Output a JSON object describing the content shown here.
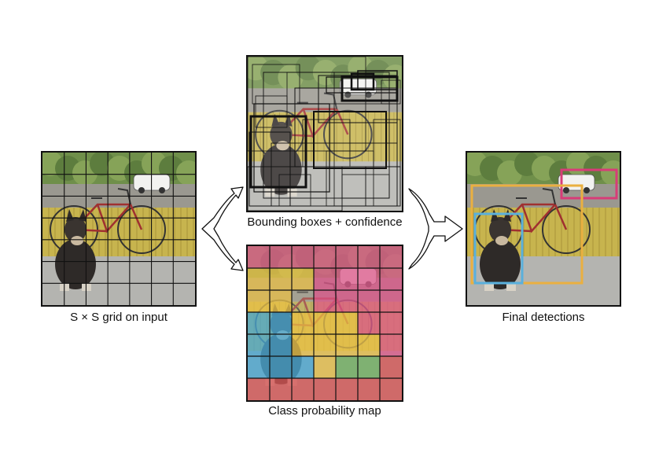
{
  "captions": {
    "input_grid": "S × S grid on input",
    "boxes": "Bounding boxes + confidence",
    "class_map": "Class probability map",
    "final": "Final detections"
  },
  "grid": {
    "size": 7
  },
  "class_probability_map": {
    "colors": {
      "yellow": "#e8c04a",
      "pink": "#dd5a8a",
      "blue": "#4aa8d4",
      "green": "#6fb060",
      "red": "#d65555",
      "photo": "#b7b39a"
    },
    "cells": [
      [
        "pink",
        "pink",
        "pink",
        "pink",
        "pink",
        "pink",
        "pink"
      ],
      [
        "yellow",
        "yellow",
        "yellow",
        "pink",
        "pink",
        "pink",
        "pink"
      ],
      [
        "yellow",
        "yellow",
        "photo",
        "pink",
        "pink",
        "pink",
        "pink"
      ],
      [
        "blue",
        "blue",
        "yellow",
        "yellow",
        "yellow",
        "pink",
        "pink"
      ],
      [
        "blue",
        "blue",
        "yellow",
        "yellow",
        "yellow",
        "yellow",
        "pink"
      ],
      [
        "blue",
        "blue",
        "blue",
        "yellow",
        "green",
        "green",
        "red"
      ],
      [
        "red",
        "red",
        "red",
        "red",
        "red",
        "red",
        "red"
      ]
    ]
  },
  "final_detections": [
    {
      "class_color": "#d83c78",
      "label_color": "pink"
    },
    {
      "class_color": "#eab040",
      "label_color": "yellow"
    },
    {
      "class_color": "#5ab0dc",
      "label_color": "blue"
    }
  ]
}
